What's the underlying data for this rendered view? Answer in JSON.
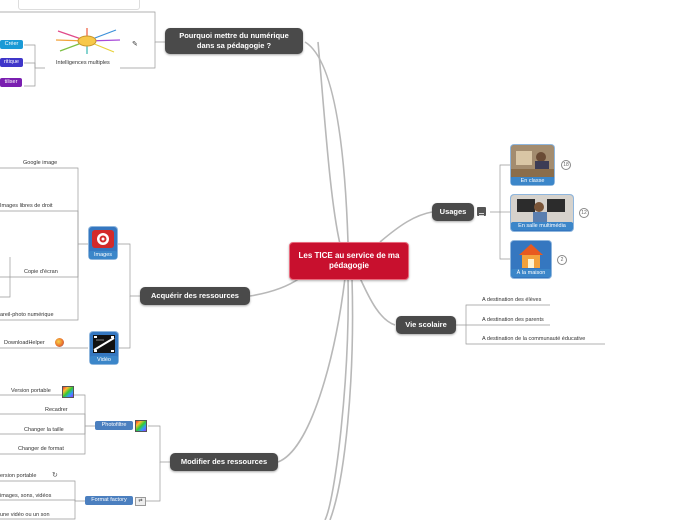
{
  "central": "Les TICE au service de ma pédagogie",
  "branches": {
    "pourquoi": {
      "title": "Pourquoi mettre du numérique dans sa pédagogie ?",
      "intelligences_label": "Intelligences multiples",
      "chips": [
        "Créer",
        "ritique",
        "tiliser"
      ]
    },
    "acquerir": {
      "title": "Acquérir des ressources",
      "images_label": "Images",
      "video_label": "Vidéo",
      "leaves": [
        "Google image",
        "Images libres de droit",
        "Copie d'écran",
        "areil-photo numérique",
        "DownloadHelper"
      ]
    },
    "modifier": {
      "title": "Modifier des ressources",
      "photofiltre_label": "Photofiltre",
      "formatfactory_label": "Format factory",
      "photofiltre_leaves": [
        "Version portable",
        "Recadrer",
        "Changer la taille",
        "Changer de format"
      ],
      "formatfactory_leaves": [
        "ersion portable",
        "images, sons, vidéos",
        "une vidéo ou un son"
      ]
    },
    "usages": {
      "title": "Usages",
      "items": [
        {
          "label": "En classe",
          "count": "18"
        },
        {
          "label": "En salle multimédia",
          "count": "12"
        },
        {
          "label": "À la maison",
          "count": "2"
        }
      ]
    },
    "vie": {
      "title": "Vie scolaire",
      "leaves": [
        "A destination des élèves",
        "A destination des parents",
        "A destination de la communauté éducative"
      ]
    }
  },
  "colors": {
    "central": "#c8102e",
    "main_node": "#4a4a4a",
    "connector": "#b5b5b5",
    "chip_create": "#1a9ad6",
    "chip_critique": "#3f36c9",
    "chip_utiliser": "#7a1fb0"
  },
  "icons": [
    "note-icon",
    "list-icon",
    "camera-icon",
    "film-icon",
    "firefox-icon",
    "rainbow-icon",
    "link-icon"
  ]
}
